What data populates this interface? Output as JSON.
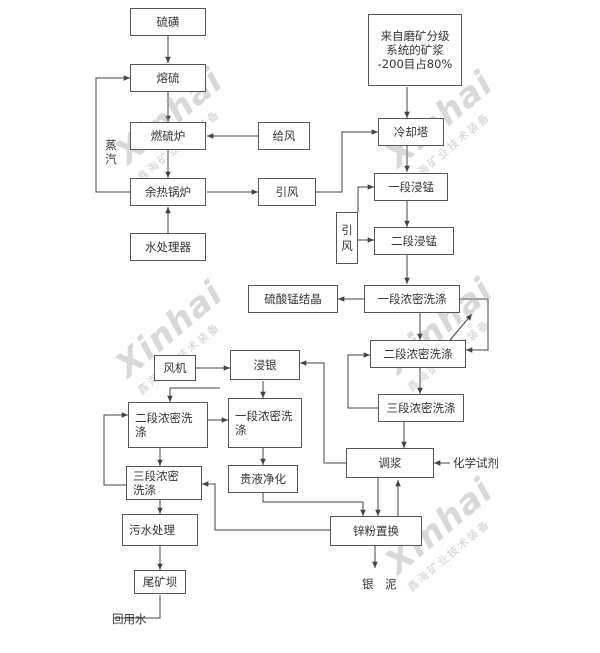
{
  "watermark": {
    "brand": "Xinhai",
    "sub": "鑫海矿业技术装备"
  },
  "nodes": {
    "liuhuang": "硫磺",
    "ronliu": "熔硫",
    "ranliulu": "燃硫炉",
    "geifeng": "给风",
    "yurelguolu": "余热锅炉",
    "yinfeng1": "引风",
    "shuichuliqi": "水处理器",
    "zhengqi": "蒸汽",
    "laizi": "来自磨矿分级\n系统的矿浆\n-200目占80%",
    "lengquetа": "冷却塔",
    "yidjinmeng": "一段浸锰",
    "yinfeng2": "引风",
    "erdjinmeng": "二段浸锰",
    "liusuanmeng": "硫酸锰结晶",
    "yidnong1": "一段浓密洗涤",
    "erdnong1": "二段浓密洗涤",
    "sandnong1": "三段浓密洗涤",
    "fengji": "风机",
    "jinyin": "浸银",
    "erdnong2": "二段浓密洗\n涤",
    "yidnong2": "一段浓密洗\n涤",
    "tiaojiang": "调浆",
    "huaxueshiji": "化学试剂",
    "guiyejinghua": "贵液净化",
    "sandnong2": "三段浓密\n洗涤",
    "xinfenzhihuan": "锌粉置换",
    "wushuichuli": "污水处理",
    "weikuangba": "尾矿坝",
    "yinni": "银　泥",
    "huiyongshui": "回用水"
  }
}
